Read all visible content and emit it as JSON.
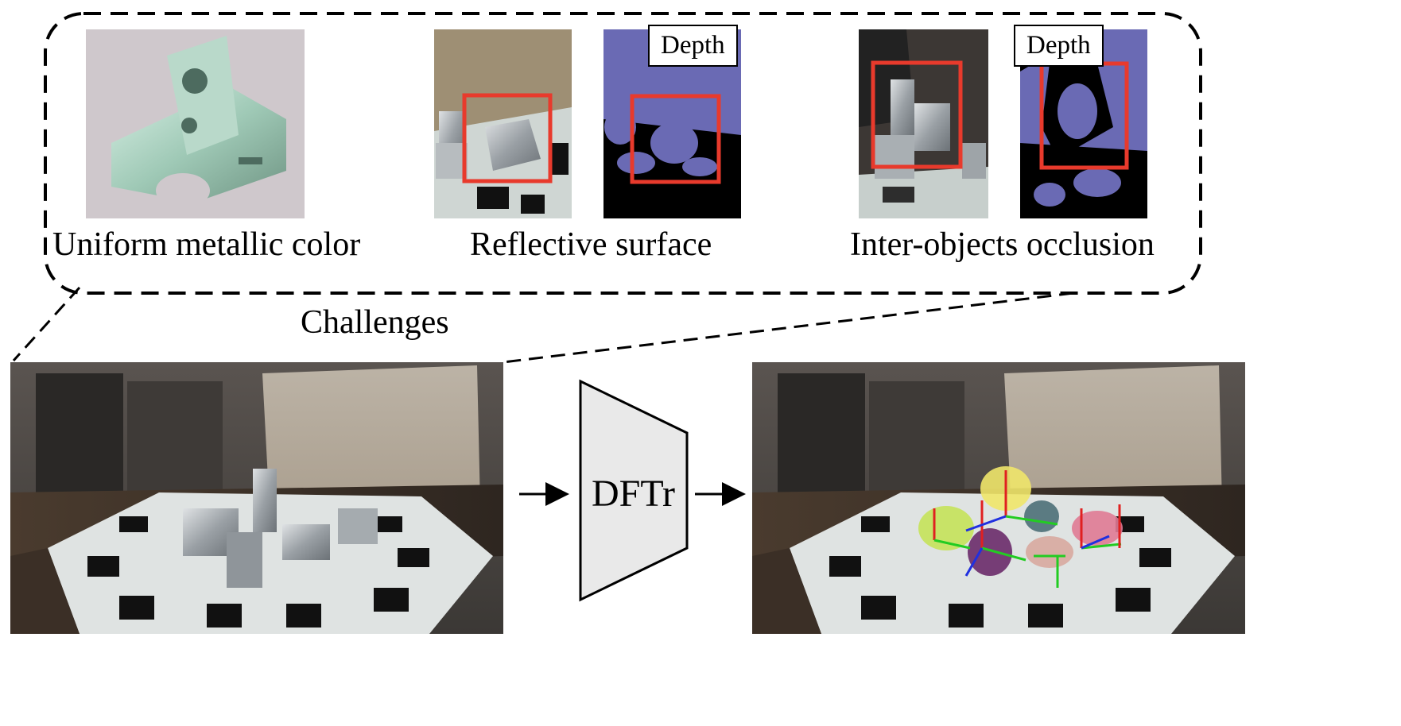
{
  "challenges": {
    "title": "Challenges",
    "items": [
      {
        "caption": "Uniform metallic color"
      },
      {
        "caption": "Reflective surface",
        "depth_label": "Depth"
      },
      {
        "caption": "Inter-objects occlusion",
        "depth_label": "Depth"
      }
    ]
  },
  "model": {
    "label": "DFTr"
  },
  "colors": {
    "highlight_box": "#e83a2c",
    "depth_blue": "#6a6ab4",
    "depth_black": "#000000",
    "axis_red": "#e02020",
    "axis_green": "#22cc22",
    "axis_blue": "#2030e0"
  }
}
